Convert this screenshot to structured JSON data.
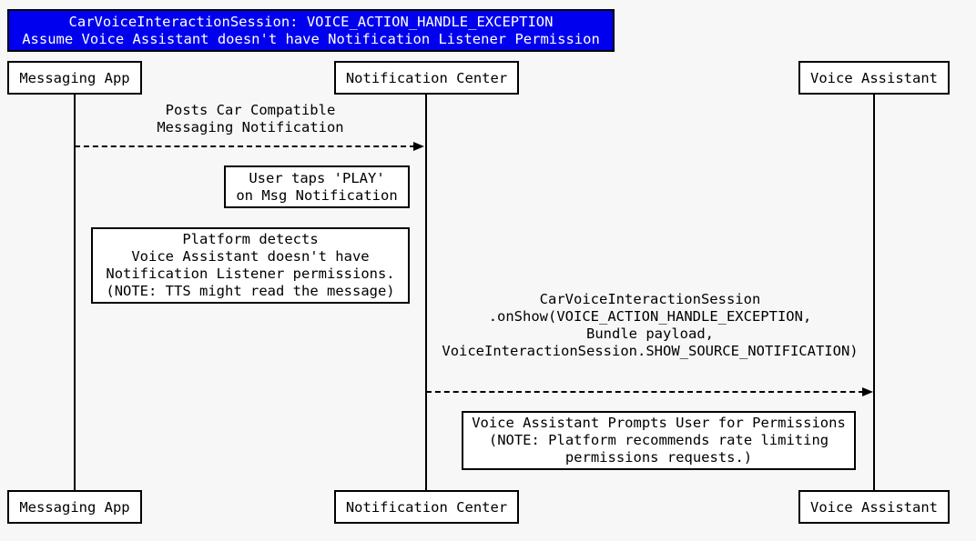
{
  "diagram": {
    "kind": "sequence-diagram",
    "colors": {
      "title_background": "#0000EE",
      "title_text": "#FFFFFF",
      "box_background": "#FFFFFF",
      "box_border": "#000000",
      "page_background": "#F7F7F7",
      "line": "#000000"
    },
    "title_lines": [
      "CarVoiceInteractionSession: VOICE_ACTION_HANDLE_EXCEPTION",
      "Assume Voice Assistant doesn't have Notification Listener Permission"
    ],
    "participants": [
      {
        "name": "Messaging App"
      },
      {
        "name": "Notification Center"
      },
      {
        "name": "Voice Assistant"
      }
    ],
    "messages": [
      {
        "from": "Messaging App",
        "to": "Notification Center",
        "arrow_style": "dashed",
        "lines": [
          "Posts Car Compatible",
          "Messaging Notification"
        ]
      },
      {
        "from": "Notification Center",
        "to": "Voice Assistant",
        "arrow_style": "dashed",
        "lines": [
          "CarVoiceInteractionSession",
          ".onShow(VOICE_ACTION_HANDLE_EXCEPTION,",
          "Bundle payload,",
          "VoiceInteractionSession.SHOW_SOURCE_NOTIFICATION)"
        ]
      }
    ],
    "notes": [
      {
        "lines": [
          "User taps 'PLAY'",
          "on Msg Notification"
        ]
      },
      {
        "lines": [
          "Platform detects",
          "Voice Assistant doesn't have",
          "Notification Listener permissions.",
          "(NOTE: TTS might read the message)"
        ]
      },
      {
        "lines": [
          "Voice Assistant Prompts User for Permissions",
          "(NOTE: Platform recommends rate limiting",
          "permissions requests.)"
        ]
      }
    ]
  }
}
